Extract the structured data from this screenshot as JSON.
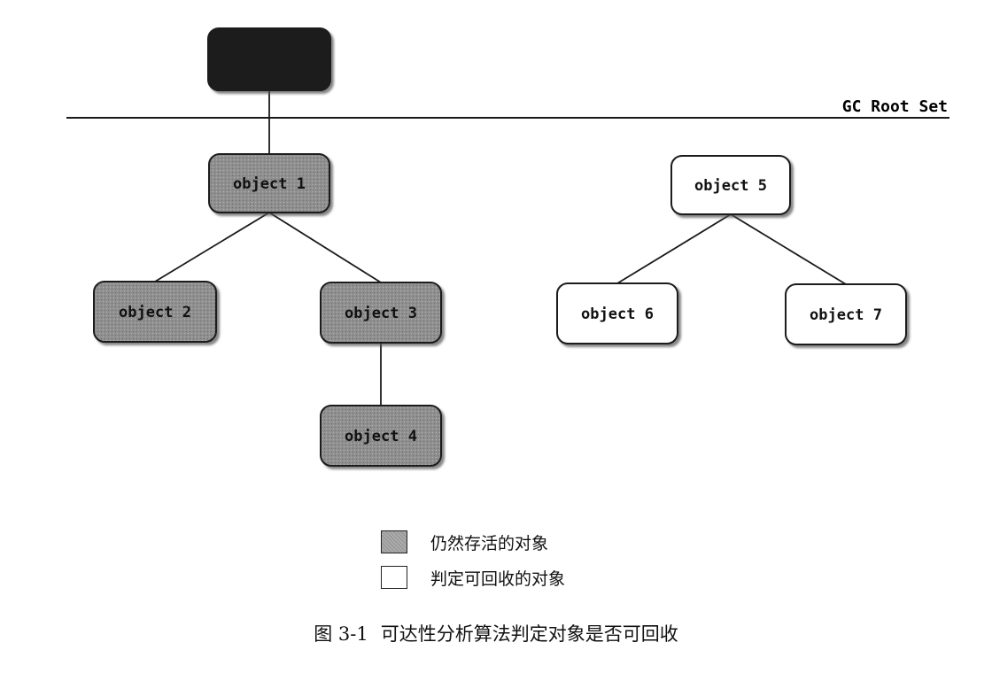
{
  "diagram": {
    "root_set_label": "GC Root Set",
    "nodes": [
      {
        "id": "root",
        "label": "",
        "style": "black"
      },
      {
        "id": "obj1",
        "label": "object 1",
        "style": "gray"
      },
      {
        "id": "obj2",
        "label": "object 2",
        "style": "gray"
      },
      {
        "id": "obj3",
        "label": "object 3",
        "style": "gray"
      },
      {
        "id": "obj4",
        "label": "object 4",
        "style": "gray"
      },
      {
        "id": "obj5",
        "label": "object 5",
        "style": "white"
      },
      {
        "id": "obj6",
        "label": "object 6",
        "style": "white"
      },
      {
        "id": "obj7",
        "label": "object 7",
        "style": "white"
      }
    ],
    "edges": [
      [
        "root",
        "obj1"
      ],
      [
        "obj1",
        "obj2"
      ],
      [
        "obj1",
        "obj3"
      ],
      [
        "obj3",
        "obj4"
      ],
      [
        "obj5",
        "obj6"
      ],
      [
        "obj5",
        "obj7"
      ]
    ],
    "colors": {
      "black": "#1f1f1f",
      "gray": "#8f8f8f",
      "white": "#ffffff",
      "stroke": "#1a1a1a"
    }
  },
  "legend": {
    "alive_label": "仍然存活的对象",
    "collectable_label": "判定可回收的对象"
  },
  "caption": {
    "number": "图 3-1",
    "text": "可达性分析算法判定对象是否可回收"
  }
}
